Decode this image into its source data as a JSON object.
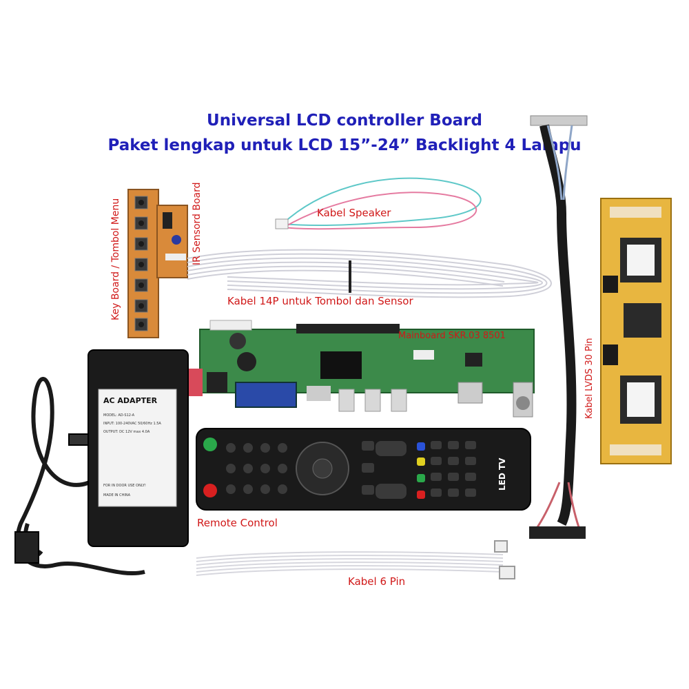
{
  "title": {
    "line1": "Universal LCD controller Board",
    "line2": "Paket lengkap untuk LCD 15”-24” Backlight 4 Lampu"
  },
  "labels": {
    "ir_sensor": "IR Sensord Board",
    "keyboard": "Key Board / Tombol Menu",
    "speaker": "Kabel Speaker",
    "cable14p": "Kabel 14P untuk Tombol dan Sensor",
    "mainboard": "Mainboard SKR.03 8501",
    "lvds": "Kabel LVDS 30 Pin",
    "remote": "Remote Control",
    "cable6": "Kabel 6 Pin"
  },
  "adapter": {
    "title": "AC ADAPTER",
    "model": "MODEL: AD-S12-A",
    "input": "INPUT: 100-240VAC 50/60Hz 1.5A",
    "output": "OUTPUT: DC 12V max 4.0A",
    "indoor": "FOR IN DOOR USE ONLY!",
    "made": "MADE IN CHINA"
  },
  "remote": {
    "brand": "LED TV"
  },
  "colors": {
    "title": "#2020b8",
    "label": "#d01818",
    "pcb_green": "#3c8a4a",
    "pcb_yellow": "#e8b640",
    "keyboard_pcb": "#d98a3a"
  }
}
